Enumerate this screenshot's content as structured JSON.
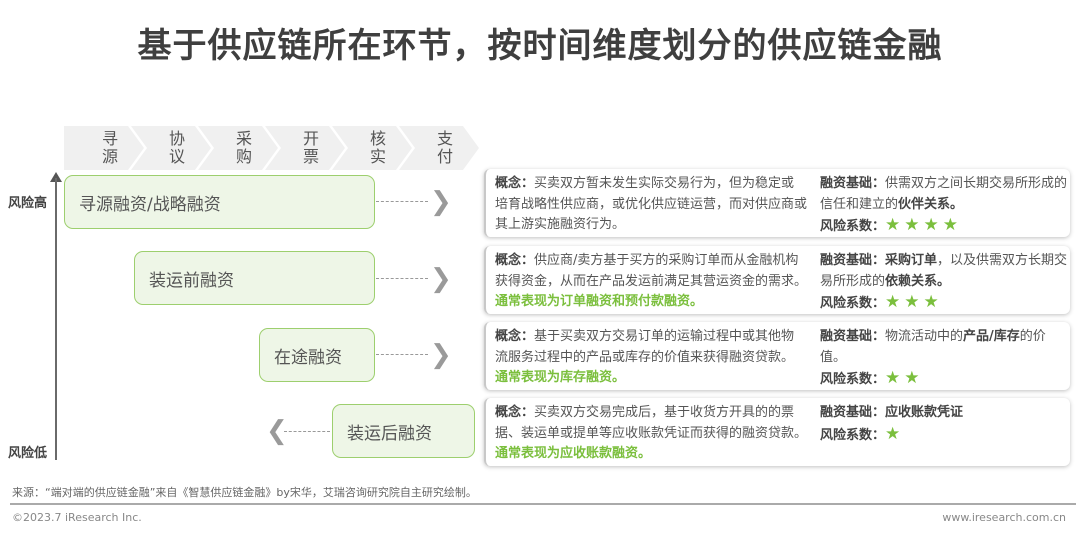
{
  "title": "基于供应链所在环节，按时间维度划分的供应链金融",
  "stages": [
    {
      "top": "寻",
      "bottom": "源"
    },
    {
      "top": "协",
      "bottom": "议"
    },
    {
      "top": "采",
      "bottom": "购"
    },
    {
      "top": "开",
      "bottom": "票"
    },
    {
      "top": "核",
      "bottom": "实"
    },
    {
      "top": "支",
      "bottom": "付"
    }
  ],
  "axis": {
    "high": "风险高",
    "low": "风险低"
  },
  "financing_types": [
    {
      "name": "寻源融资/战略融资",
      "concept_label": "概念：",
      "concept": "买卖双方暂未发生实际交易行为，但为稳定或培育战略性供应商，或优化供应链运营，而对供应商或其上游实施融资行为。",
      "concept_highlight": "",
      "basis_label": "融资基础：",
      "basis_pre": "供需双方之间长期交易所形成的信任和建立的",
      "basis_bold": "伙伴关系。",
      "basis_post": "",
      "risk_label": "风险系数：",
      "risk_stars": "★★★★",
      "risk_level": 4
    },
    {
      "name": "装运前融资",
      "concept_label": "概念：",
      "concept": "供应商/卖方基于买方的采购订单而从金融机构获得资金，从而在产品发运前满足其营运资金的需求。",
      "concept_highlight": "通常表现为订单融资和预付款融资。",
      "basis_label": "融资基础：",
      "basis_pre": "",
      "basis_bold": "采购订单",
      "basis_post": "，以及供需双方长期交易所形成的",
      "basis_bold2": "依赖关系。",
      "risk_label": "风险系数：",
      "risk_stars": "★★★",
      "risk_level": 3
    },
    {
      "name": "在途融资",
      "concept_label": "概念：",
      "concept": "基于买卖双方交易订单的运输过程中或其他物流服务过程中的产品或库存的价值来获得融资贷款。",
      "concept_highlight": "通常表现为库存融资。",
      "basis_label": "融资基础：",
      "basis_pre": "物流活动中的",
      "basis_bold": "产品/库存",
      "basis_post": "的价值。",
      "risk_label": "风险系数：",
      "risk_stars": "★★",
      "risk_level": 2
    },
    {
      "name": "装运后融资",
      "concept_label": "概念：",
      "concept": "买卖双方交易完成后，基于收货方开具的的票据、装运单或提单等应收账款凭证而获得的融资贷款。",
      "concept_highlight": "通常表现为应收账款融资。",
      "basis_label": "融资基础：",
      "basis_pre": "",
      "basis_bold": "应收账款凭证",
      "basis_post": "",
      "risk_label": "风险系数：",
      "risk_stars": "★",
      "risk_level": 1
    }
  ],
  "footer": {
    "source": "来源：“端对端的供应链金融”来自《智慧供应链金融》by宋华，艾瑞咨询研究院自主研究绘制。",
    "copyright": "©2023.7 iResearch Inc.",
    "website": "www.iresearch.com.cn"
  },
  "colors": {
    "accent_green": "#7bbf3d",
    "box_fill": "#eef6e7",
    "box_border": "#9dcf6e"
  }
}
